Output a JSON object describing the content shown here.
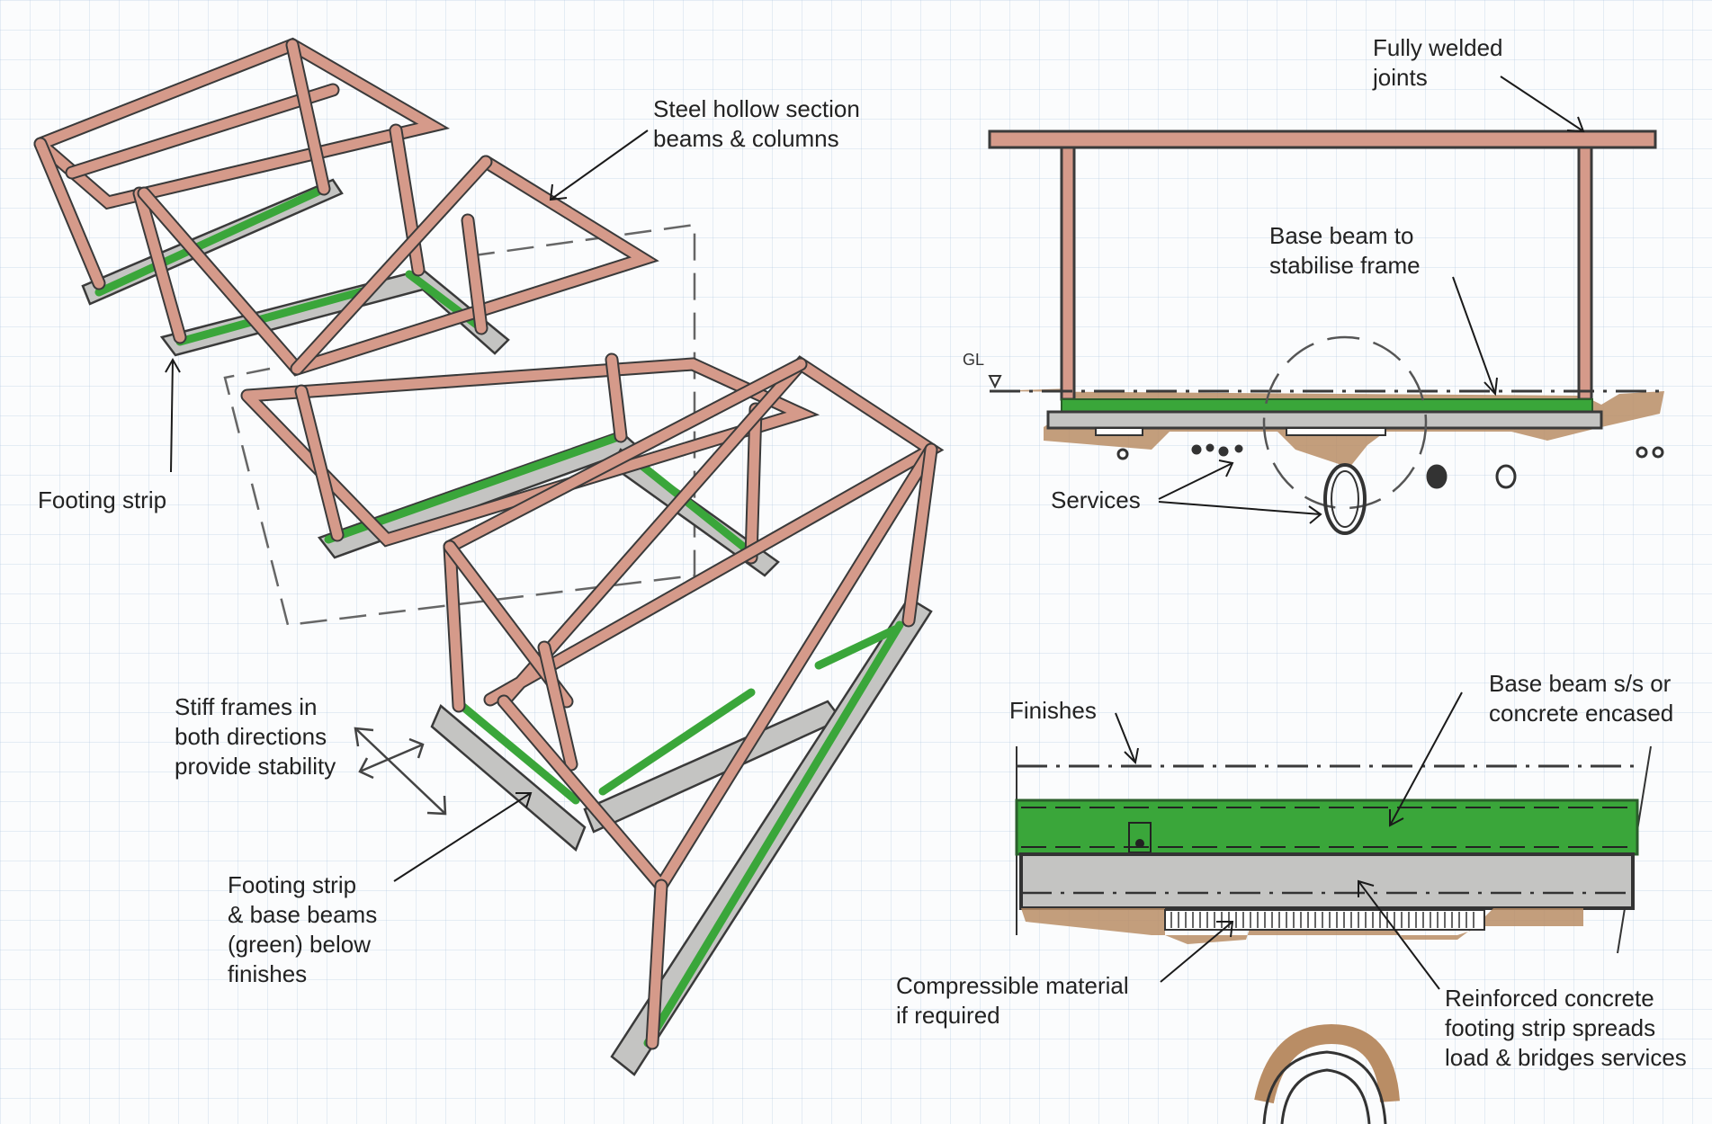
{
  "title": "Steel frame on reinforced concrete footing strip — sketch details",
  "colors": {
    "steel_frame": "#d59a8a",
    "base_beam": "#3aa63a",
    "concrete": "#c4c4c2",
    "soil": "#b98d65",
    "linework": "#3a3a3a",
    "grid": "#aac3dc"
  },
  "isometric_view": {
    "labels": {
      "steel_sections": "Steel hollow section\nbeams & columns",
      "footing_strip": "Footing strip",
      "stiff_frames": "Stiff frames in\nboth directions\nprovide stability",
      "footing_base_beams": "Footing strip\n& base beams\n(green) below\nfinishes"
    },
    "icons": [
      "two-way-arrow-icon"
    ]
  },
  "elevation_view": {
    "labels": {
      "welded_joints": "Fully welded\njoints",
      "base_beam": "Base beam to\nstabilise frame",
      "ground_level": "GL",
      "services": "Services"
    },
    "icons": [
      "ground-level-marker-icon",
      "service-pipe-icon"
    ]
  },
  "section_detail": {
    "labels": {
      "finishes": "Finishes",
      "base_beam_encased": "Base beam s/s or\nconcrete encased",
      "compressible": "Compressible material\nif required",
      "reinforced_footing": "Reinforced concrete\nfooting strip spreads\nload & bridges services"
    },
    "icons": [
      "drain-arch-icon"
    ]
  }
}
